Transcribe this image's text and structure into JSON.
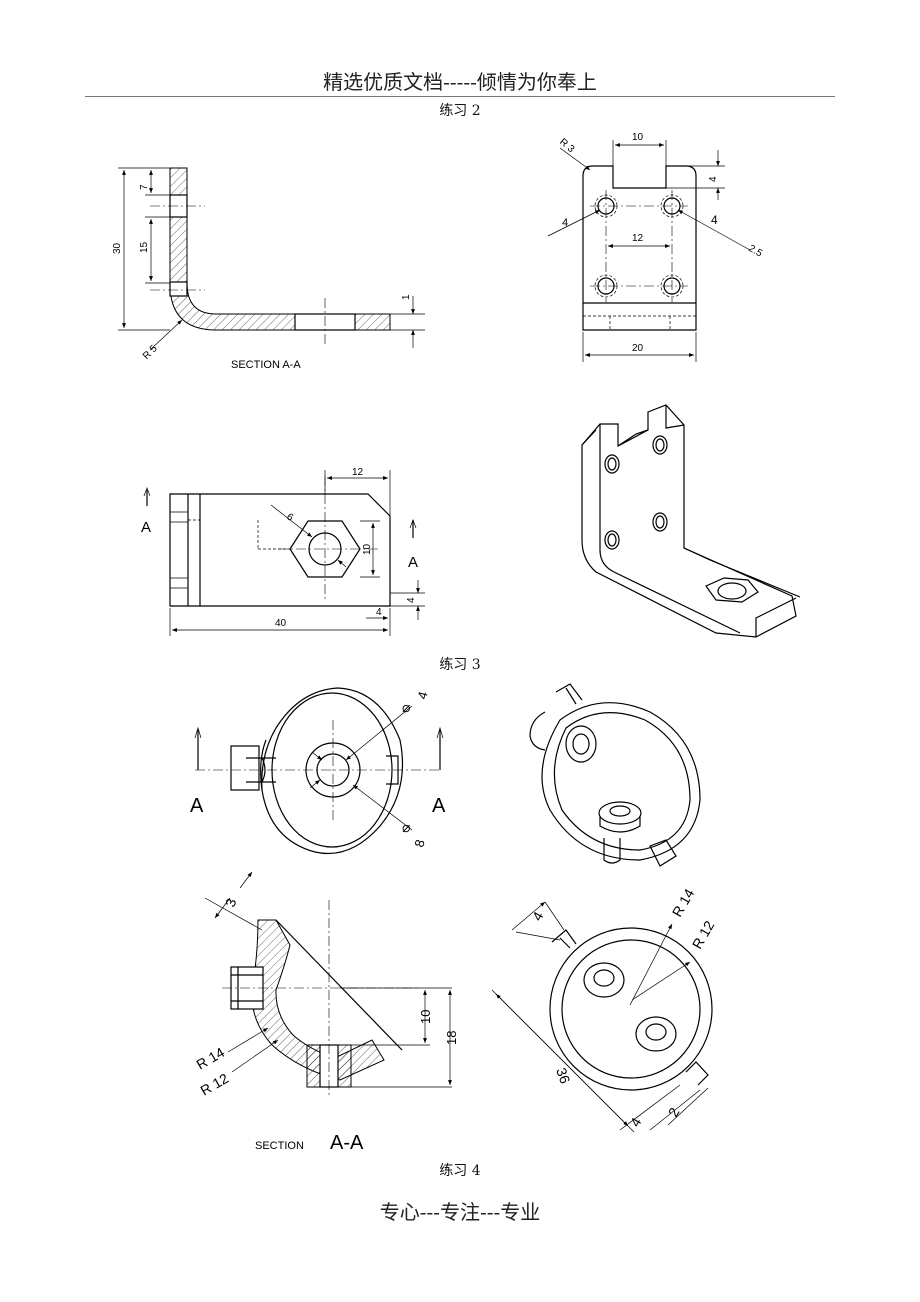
{
  "header": {
    "title": "精选优质文档-----倾情为你奉上"
  },
  "footer": {
    "text": "专心---专注---专业"
  },
  "captions": {
    "ex2": "练习 2",
    "ex3": "练习 3",
    "ex4": "练习 4"
  },
  "ex2": {
    "section_label": "SECTION    A-A",
    "dim_30": "30",
    "dim_7": "7",
    "dim_15": "15",
    "dim_1": "1",
    "dim_r5": "R 5",
    "dim_10": "10",
    "dim_r3": "R 3",
    "dim_4a": "4",
    "dim_4b": "4",
    "dim_4c": "4",
    "dim_phi25": "2.5",
    "dim_12": "12",
    "dim_20": "20"
  },
  "ex2b": {
    "dim_12": "12",
    "dim_phi6": "6",
    "dim_10": "10",
    "dim_4a": "4",
    "dim_4b": "4",
    "dim_40": "40",
    "label_a_left": "A",
    "label_a_right": "A"
  },
  "ex3": {
    "dim_4": "4",
    "dim_8": "8",
    "label_a_left": "A",
    "label_a_right": "A"
  },
  "ex4": {
    "dim_3": "3",
    "dim_10": "10",
    "dim_18": "18",
    "dim_r14": "R 14",
    "dim_r12": "R 12",
    "section_label": "SECTION",
    "section_aa": "A-A",
    "dim_4top": "4",
    "dim_r14b": "R 14",
    "dim_r12b": "R 12",
    "dim_36": "36",
    "dim_4bot": "4",
    "dim_2": "2"
  }
}
